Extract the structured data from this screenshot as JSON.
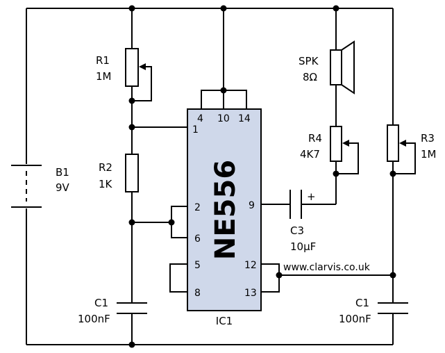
{
  "ic": {
    "name": "NE556",
    "ref": "IC1",
    "pins": {
      "p1": "1",
      "p2": "2",
      "p4": "4",
      "p5": "5",
      "p6": "6",
      "p8": "8",
      "p9": "9",
      "p10": "10",
      "p12": "12",
      "p13": "13",
      "p14": "14"
    }
  },
  "battery": {
    "ref": "B1",
    "value": "9V"
  },
  "r1": {
    "ref": "R1",
    "value": "1M"
  },
  "r2": {
    "ref": "R2",
    "value": "1K"
  },
  "r3": {
    "ref": "R3",
    "value": "1M"
  },
  "r4": {
    "ref": "R4",
    "value": "4K7"
  },
  "speaker": {
    "ref": "SPK",
    "value": "8Ω"
  },
  "c_left": {
    "ref": "C1",
    "value": "100nF"
  },
  "c_right": {
    "ref": "C1",
    "value": "100nF"
  },
  "c3": {
    "ref": "C3",
    "value": "10µF",
    "polarity": "+"
  },
  "website": "www.clarvis.co.uk"
}
